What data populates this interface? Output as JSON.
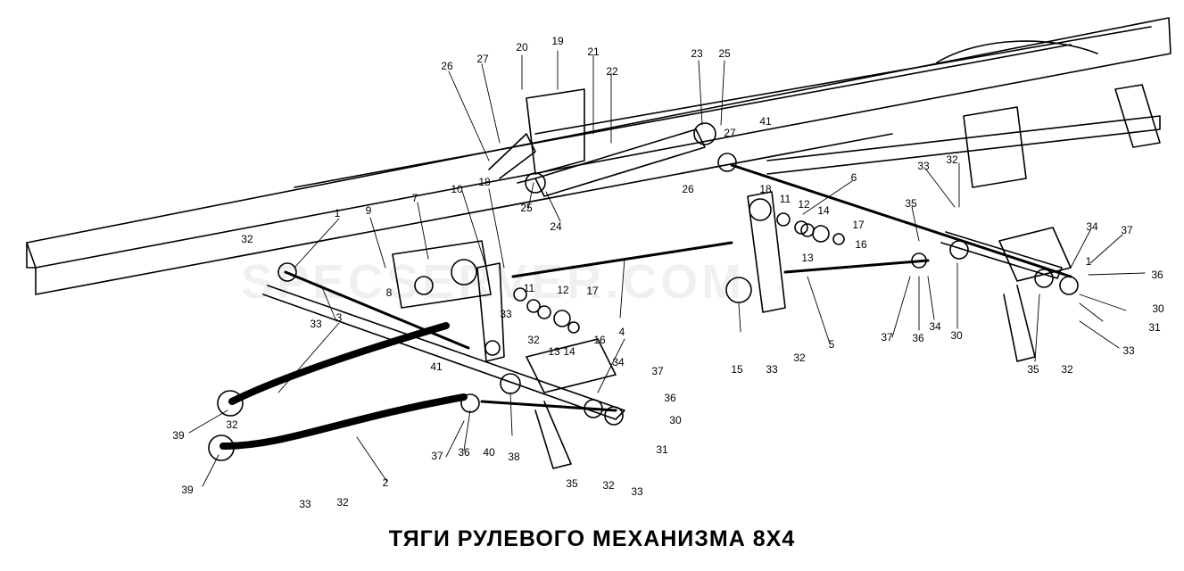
{
  "title": "ТЯГИ РУЛЕВОГО МЕХАНИЗМА 8X4",
  "watermark": "SPECSERVER.COM",
  "callouts": [
    {
      "id": "c20a",
      "text": "20"
    },
    {
      "id": "c19",
      "text": "19"
    },
    {
      "id": "c21",
      "text": "21"
    },
    {
      "id": "c22",
      "text": "22"
    },
    {
      "id": "c23",
      "text": "23"
    },
    {
      "id": "c25a",
      "text": "25"
    },
    {
      "id": "c26a",
      "text": "26"
    },
    {
      "id": "c27a",
      "text": "27"
    },
    {
      "id": "c27b",
      "text": "27"
    },
    {
      "id": "c41a",
      "text": "41"
    },
    {
      "id": "c26b",
      "text": "26"
    },
    {
      "id": "c25b",
      "text": "25"
    },
    {
      "id": "c24",
      "text": "24"
    },
    {
      "id": "c10",
      "text": "10"
    },
    {
      "id": "c18a",
      "text": "18"
    },
    {
      "id": "c7",
      "text": "7"
    },
    {
      "id": "c9",
      "text": "9"
    },
    {
      "id": "c1a",
      "text": "1"
    },
    {
      "id": "c32a",
      "text": "32"
    },
    {
      "id": "c8",
      "text": "8"
    },
    {
      "id": "c33a",
      "text": "33"
    },
    {
      "id": "c3",
      "text": "3"
    },
    {
      "id": "c18b",
      "text": "18"
    },
    {
      "id": "c11a",
      "text": "11"
    },
    {
      "id": "c12a",
      "text": "12"
    },
    {
      "id": "c14a",
      "text": "14"
    },
    {
      "id": "c17a",
      "text": "17"
    },
    {
      "id": "c16a",
      "text": "16"
    },
    {
      "id": "c13a",
      "text": "13"
    },
    {
      "id": "c6",
      "text": "6"
    },
    {
      "id": "c33b",
      "text": "33"
    },
    {
      "id": "c32b",
      "text": "32"
    },
    {
      "id": "c35a",
      "text": "35"
    },
    {
      "id": "c37a",
      "text": "37"
    },
    {
      "id": "c1b",
      "text": "1"
    },
    {
      "id": "c36a",
      "text": "36"
    },
    {
      "id": "c34a",
      "text": "34"
    },
    {
      "id": "c30a",
      "text": "30"
    },
    {
      "id": "c31a",
      "text": "31"
    },
    {
      "id": "c33c",
      "text": "33"
    },
    {
      "id": "c32c",
      "text": "32"
    },
    {
      "id": "c35b",
      "text": "35"
    },
    {
      "id": "c11b",
      "text": "11"
    },
    {
      "id": "c12b",
      "text": "12"
    },
    {
      "id": "c13b",
      "text": "13"
    },
    {
      "id": "c14b",
      "text": "14"
    },
    {
      "id": "c17b",
      "text": "17"
    },
    {
      "id": "c16b",
      "text": "16"
    },
    {
      "id": "c33d",
      "text": "33"
    },
    {
      "id": "c32d",
      "text": "32"
    },
    {
      "id": "c4",
      "text": "4"
    },
    {
      "id": "c15",
      "text": "15"
    },
    {
      "id": "c33e",
      "text": "33"
    },
    {
      "id": "c32e",
      "text": "32"
    },
    {
      "id": "c5",
      "text": "5"
    },
    {
      "id": "c37b",
      "text": "37"
    },
    {
      "id": "c36b",
      "text": "36"
    },
    {
      "id": "c34b",
      "text": "34"
    },
    {
      "id": "c30b",
      "text": "30"
    },
    {
      "id": "c41b",
      "text": "41"
    },
    {
      "id": "c34c",
      "text": "34"
    },
    {
      "id": "c37c",
      "text": "37"
    },
    {
      "id": "c36c",
      "text": "36"
    },
    {
      "id": "c30c",
      "text": "30"
    },
    {
      "id": "c31b",
      "text": "31"
    },
    {
      "id": "c39a",
      "text": "39"
    },
    {
      "id": "c32f",
      "text": "32"
    },
    {
      "id": "c37d",
      "text": "37"
    },
    {
      "id": "c36d",
      "text": "36"
    },
    {
      "id": "c40",
      "text": "40"
    },
    {
      "id": "c38",
      "text": "38"
    },
    {
      "id": "c35c",
      "text": "35"
    },
    {
      "id": "c32g",
      "text": "32"
    },
    {
      "id": "c33f",
      "text": "33"
    },
    {
      "id": "c39b",
      "text": "39"
    },
    {
      "id": "c2",
      "text": "2"
    },
    {
      "id": "c33g",
      "text": "33"
    },
    {
      "id": "c32h",
      "text": "32"
    }
  ]
}
